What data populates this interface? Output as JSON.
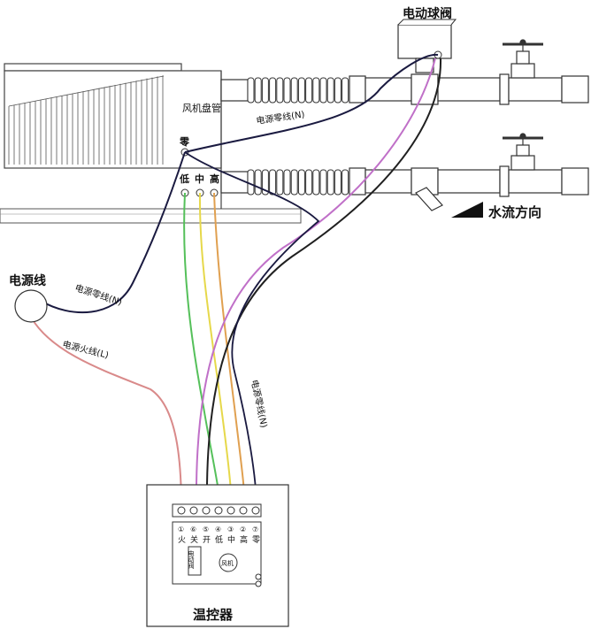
{
  "title_valve": "电动球阀",
  "fan_coil": "风机盘管",
  "power_line": "电源线",
  "neutral_to_valve": "电源零线(N)",
  "neutral_source": "电源零线(N)",
  "live_source": "电源火线(L)",
  "neutral_down": "电源零线(N)",
  "zero_mark": "零",
  "speed_low": "低",
  "speed_mid": "中",
  "speed_high": "高",
  "flow_direction": "水流方向",
  "thermostat": "温控器",
  "terminals": [
    {
      "num": "①",
      "label": "火"
    },
    {
      "num": "⑥",
      "label": "关"
    },
    {
      "num": "⑤",
      "label": "开"
    },
    {
      "num": "④",
      "label": "低"
    },
    {
      "num": "③",
      "label": "中"
    },
    {
      "num": "②",
      "label": "高"
    },
    {
      "num": "⑦",
      "label": "零"
    }
  ],
  "valve_box": "电动阀",
  "fan_symbol": "风机",
  "wire_colors": {
    "live": "#d98a8a",
    "neutral": "#1a1a40",
    "low": "#55c05a",
    "mid": "#e6d84a",
    "high": "#e0a050",
    "valve_open": "#c070c8",
    "valve_close": "#202020"
  }
}
